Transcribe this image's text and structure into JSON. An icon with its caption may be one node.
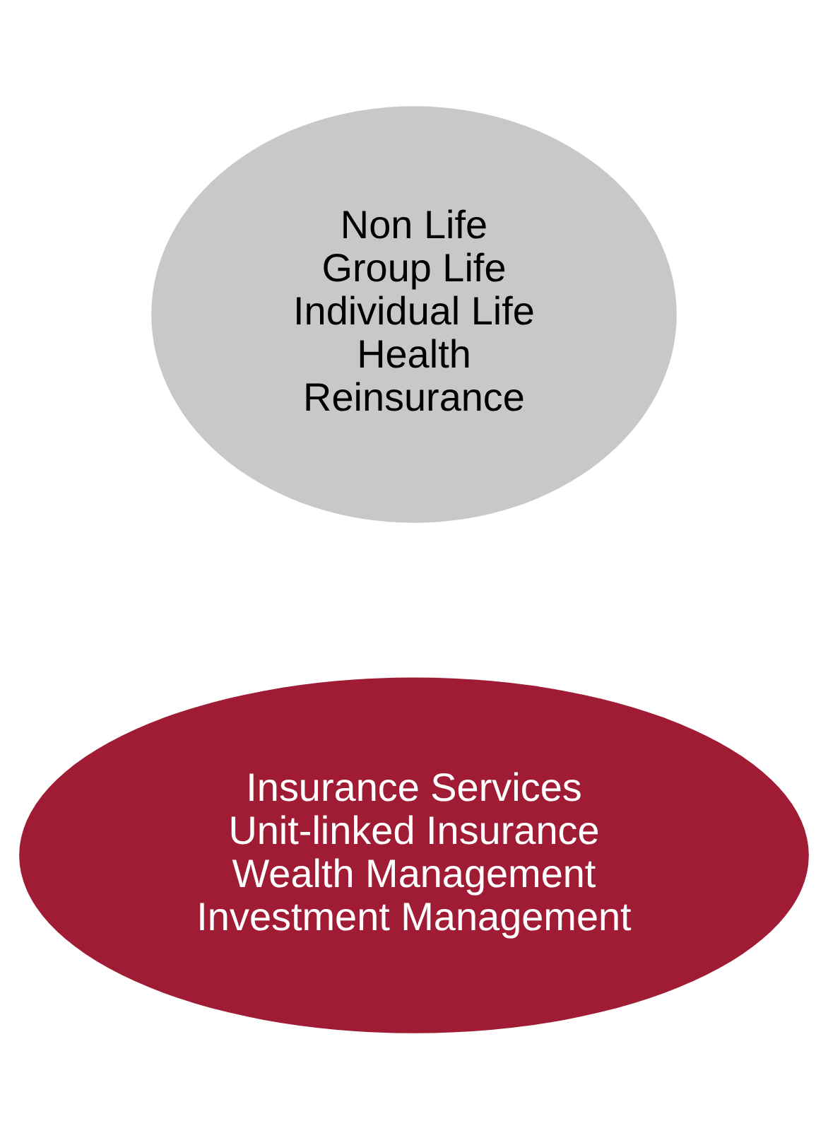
{
  "diagram": {
    "nodes": [
      {
        "text": [
          "Non Life",
          "Group Life",
          "Individual Life",
          "Health",
          "Reinsurance"
        ]
      },
      {
        "text": [
          "Insurance Services",
          "Unit-linked Insurance",
          "Wealth Management",
          "Investment Management"
        ]
      }
    ],
    "edges": []
  }
}
